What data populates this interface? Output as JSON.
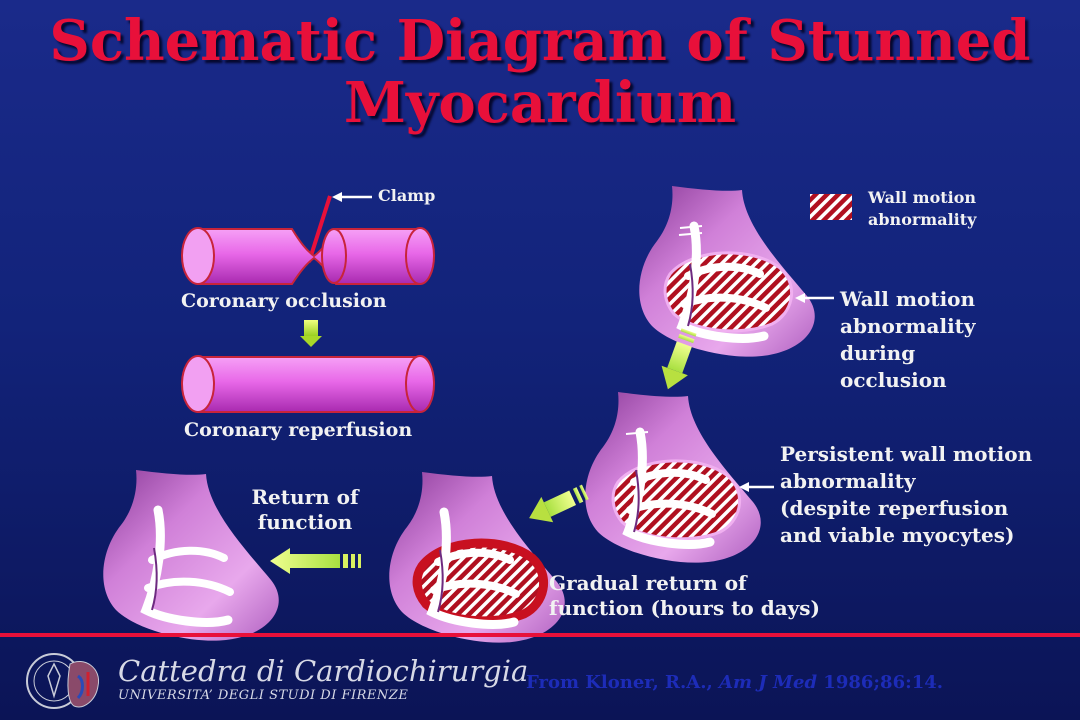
{
  "title": "Schematic Diagram of Stunned Myocardium",
  "labels": {
    "clamp": "Clamp",
    "coronary_occlusion": "Coronary occlusion",
    "coronary_reperfusion": "Coronary reperfusion",
    "legend": [
      "Wall motion",
      "abnormality"
    ],
    "during_occlusion": [
      "Wall motion",
      "abnormality",
      "during",
      "occlusion"
    ],
    "persistent": [
      "Persistent wall motion",
      "abnormality",
      "(despite reperfusion",
      "and viable myocytes)"
    ],
    "gradual": [
      "Gradual return of",
      "function (hours to days)"
    ],
    "return_of_function": [
      "Return of",
      "function"
    ]
  },
  "footer": {
    "institution": "Cattedra di Cardiochirurgia",
    "university": "UNIVERSITA’ DEGLI STUDI DI FIRENZE",
    "citation_prefix": "From Kloner, R.A., ",
    "citation_journal": "Am J Med",
    "citation_suffix": " 1986;86:14."
  },
  "colors": {
    "title": "#e8103a",
    "vessel": "#e060e0",
    "heart": "#c070c8",
    "abnormality": "#b01020",
    "arrow": "#c8f040"
  }
}
